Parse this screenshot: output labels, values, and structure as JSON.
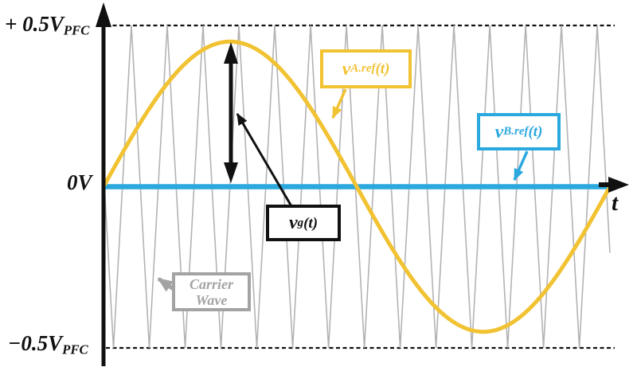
{
  "figure": {
    "background": "#FFFFFF",
    "colors": {
      "sine": "#F1C232",
      "zero_ref": "#2BA9DF",
      "carrier": "#B3B3B3",
      "axis": "#111111",
      "gray_label": "#A3A3A3"
    }
  },
  "axis_labels": {
    "top": {
      "text": "+ 0.5V",
      "sub": "PFC"
    },
    "zero": {
      "text": "0V"
    },
    "bottom": {
      "text": "−0.5V",
      "sub": "PFC"
    },
    "time": {
      "text": "t"
    }
  },
  "annotations": {
    "va": {
      "main": "v",
      "sub": "A.ref",
      "suffix": "(t)"
    },
    "vb": {
      "main": "v",
      "sub": "B.ref",
      "suffix": "(t)"
    },
    "vg": {
      "main": "v",
      "sub": "g",
      "suffix": "(t)"
    },
    "carrier": {
      "line1": "Carrier",
      "line2": "Wave"
    }
  },
  "chart_data": {
    "type": "line",
    "title": "",
    "xlabel": "t",
    "ylabel": "",
    "x_axis": {
      "label": "t",
      "range_normalized": [
        0,
        1
      ]
    },
    "y_axis": {
      "unit": "V_PFC",
      "range": [
        -0.5,
        0.5
      ],
      "tick_values": [
        0.5,
        0,
        -0.5
      ],
      "tick_labels": [
        "+ 0.5V_PFC",
        "0V",
        "−0.5V_PFC"
      ]
    },
    "gridlines": {
      "style": "dashed",
      "at_values": [
        0.5,
        -0.5
      ]
    },
    "legend": "boxed callouts with arrows, no standard legend",
    "series": [
      {
        "name": "Carrier Wave",
        "type": "triangle",
        "min": -0.5,
        "max": 0.5,
        "periods": 14.13,
        "first_valley_frac": 0.01965,
        "color": "#B3B3B3"
      },
      {
        "name": "v_B.ref(t)",
        "type": "constant",
        "value": 0,
        "color": "#2BA9DF"
      },
      {
        "name": "v_A.ref(t)",
        "type": "sine",
        "amplitude": 0.45,
        "periods": 1,
        "start_phase_deg": 0,
        "color": "#F1C232"
      }
    ],
    "annotations": [
      {
        "name": "v_g(t)",
        "type": "double-arrow",
        "meaning": "instantaneous grid voltage: gap between v_A.ref peak and 0V level"
      }
    ]
  }
}
